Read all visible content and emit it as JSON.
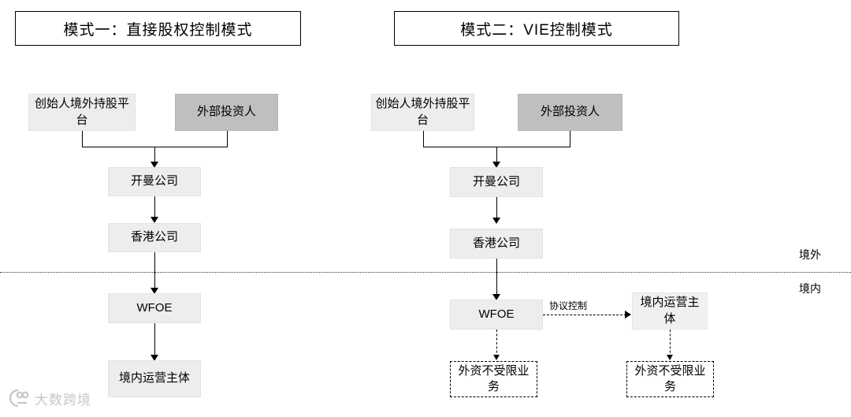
{
  "diagram": {
    "left_panel": {
      "title": "模式一：直接股权控制模式",
      "nodes": {
        "founder": "创始人境外持股平台",
        "investor": "外部投资人",
        "cayman": "开曼公司",
        "hongkong": "香港公司",
        "wfoe": "WFOE",
        "domestic_entity": "境内运营主体"
      }
    },
    "right_panel": {
      "title": "模式二：VIE控制模式",
      "nodes": {
        "founder": "创始人境外持股平台",
        "investor": "外部投资人",
        "cayman": "开曼公司",
        "hongkong": "香港公司",
        "wfoe": "WFOE",
        "domestic_entity": "境内运营主体",
        "restricted_left": "外资不受限业务",
        "restricted_right": "外资不受限业务"
      },
      "edge_labels": {
        "agreement_control": "协议控制"
      }
    },
    "region_labels": {
      "offshore": "境外",
      "onshore": "境内"
    },
    "watermark": {
      "text": "大数跨境"
    },
    "colors": {
      "light_node": "#ededed",
      "dark_node": "#bfbfbf",
      "line": "#000000",
      "watermark": "#9a9a9a"
    }
  }
}
